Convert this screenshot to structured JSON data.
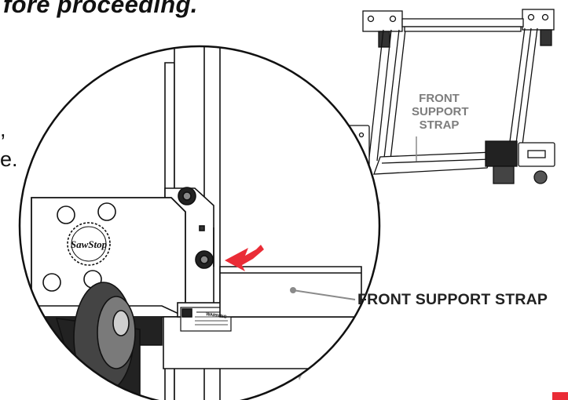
{
  "heading": {
    "text": "fore proceeding."
  },
  "body_fragments": [
    ",",
    "e."
  ],
  "callout": {
    "label": "FRONT SUPPORT STRAP"
  },
  "overview": {
    "label_lines": [
      "FRONT",
      "SUPPORT",
      "STRAP"
    ]
  },
  "logo": {
    "text": "SawStop"
  },
  "warning_label": {
    "title": "WARNING"
  },
  "colors": {
    "accent_red": "#ea2c36",
    "zoom_wedge": "#a6a6a6",
    "label_gray": "#7d7d7d"
  },
  "icons": [
    "arrow-pointer-icon",
    "sawstop-logo-icon"
  ]
}
